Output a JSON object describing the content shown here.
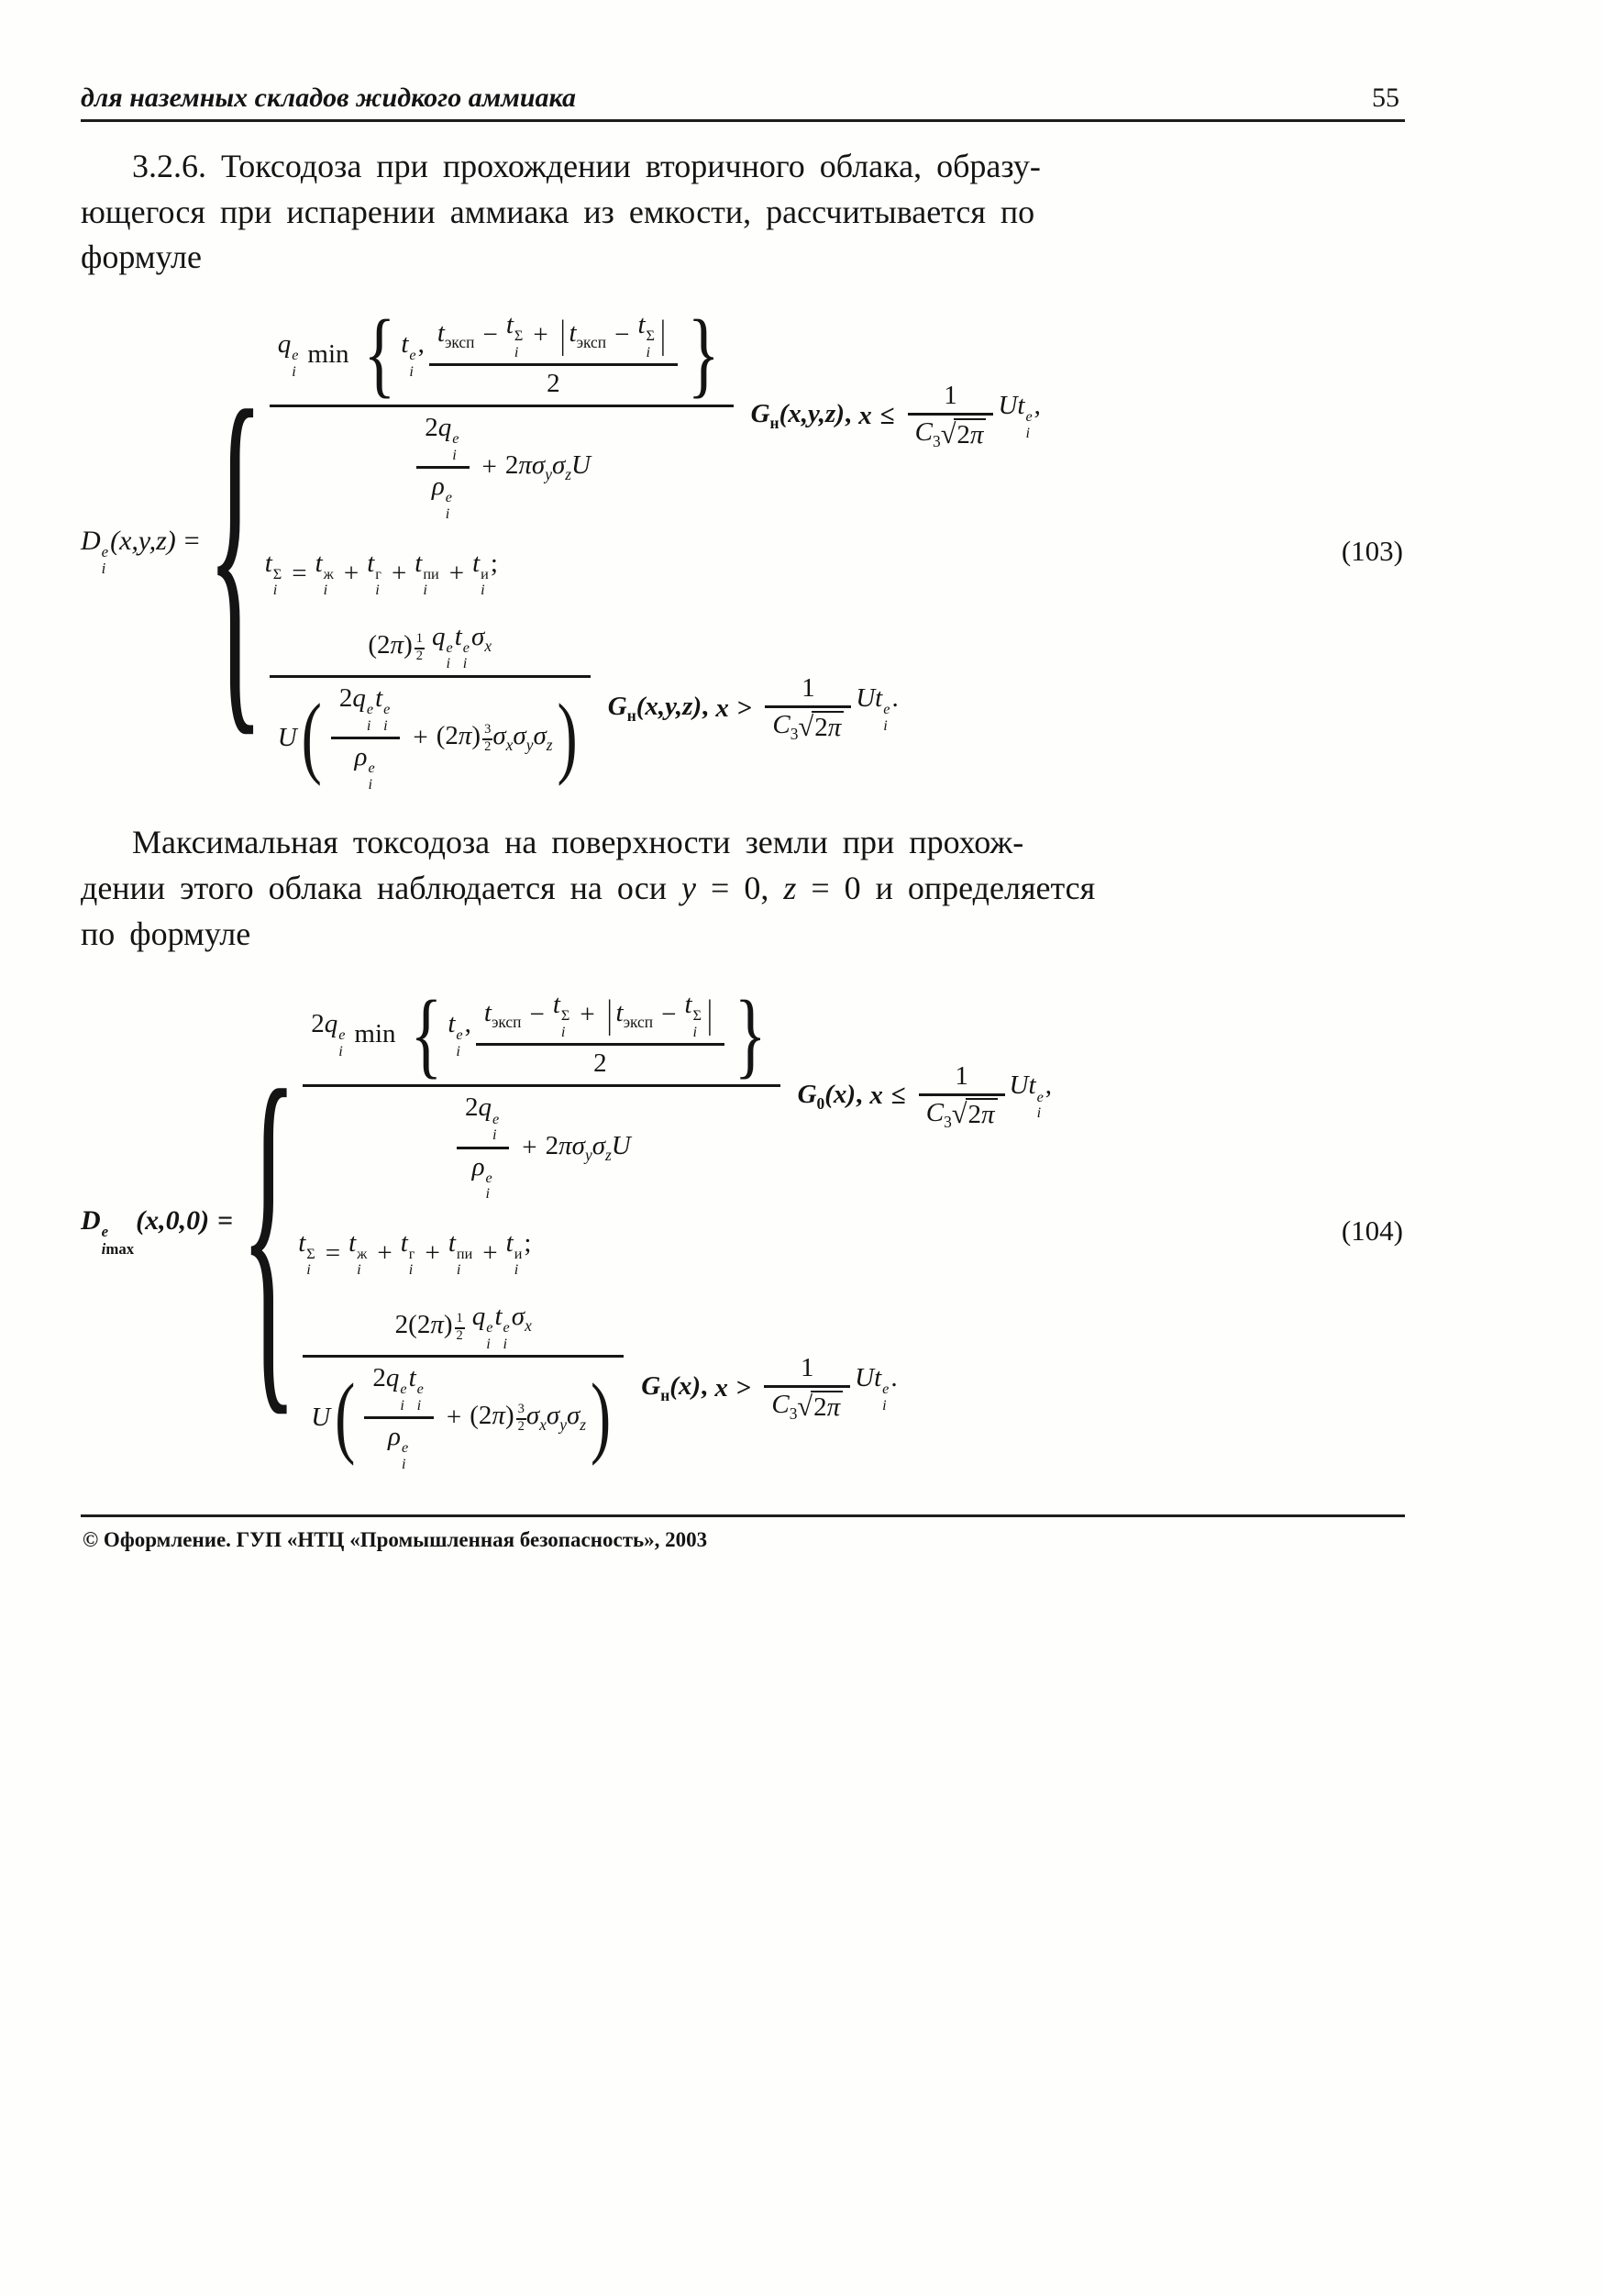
{
  "header": {
    "title": "для наземных складов жидкого аммиака",
    "page_number": "55"
  },
  "para1": {
    "line1": "3.2.6. Токсодоза при прохождении вторичного облака, образу-",
    "line2": "ющегося при испарении аммиака из емкости, рассчитывается по",
    "line3": "формуле"
  },
  "para2": {
    "line1": "Максимальная токсодоза на поверхности земли при прохож-",
    "line2a": "дении этого облака наблюдается на оси ",
    "line2b": "y",
    "line2c": " = 0, ",
    "line2d": "z",
    "line2e": " = 0 и определяется",
    "line3": "по формуле"
  },
  "formulas": {
    "n103": "(103)",
    "n104": "(104)"
  },
  "footer": {
    "text": "© Оформление. ГУП «НТЦ «Промышленная безопасность», 2003"
  },
  "sym": {
    "D": "D",
    "q": "q",
    "t": "t",
    "U": "U",
    "G": "G",
    "C": "C",
    "x": "x",
    "y": "y",
    "z": "z",
    "i": "i",
    "e": "e",
    "rho": "ρ",
    "sigma": "σ",
    "pi": "π",
    "min": "min",
    "max": "max",
    "one": "1",
    "two": "2",
    "three": "3",
    "sqrt": "√",
    "sub_n": "н",
    "sub_0": "0",
    "sub_3": "3",
    "sub_eksp": "эксп",
    "sup_Sigma": "Σ",
    "sup_zh": "ж",
    "sup_g": "г",
    "sup_pi": "пи",
    "sup_i": "и",
    "plus": "+",
    "minus": "−",
    "equals": "=",
    "le": "≤",
    "gt": ">",
    "comma": ",",
    "semicolon": ";",
    "period": ".",
    "vbar": "|",
    "lparen": "(",
    "rparen": ")",
    "lbrace": "{",
    "rbrace": "}",
    "args_xyz": "(x,y,z)",
    "args_x00": "(x,0,0)",
    "args_x": "(x)"
  }
}
